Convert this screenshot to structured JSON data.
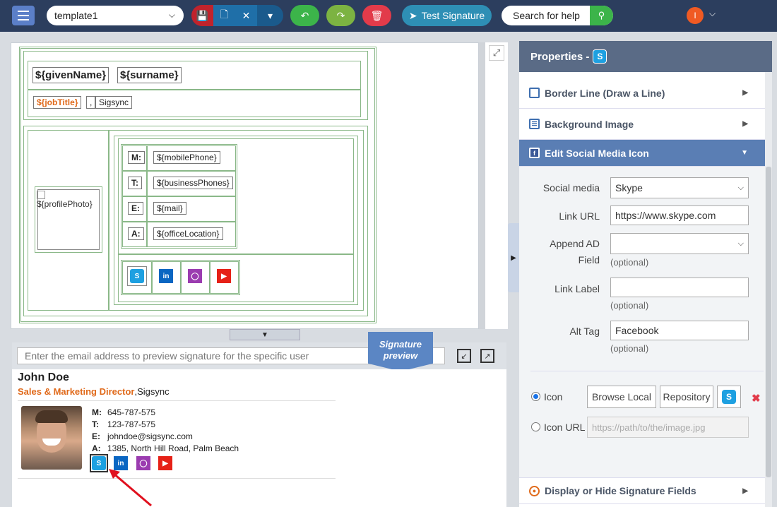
{
  "toolbar": {
    "template_name": "template1",
    "test_signature_label": "Test Signature",
    "search_placeholder": "Search for help",
    "user_initial": "I"
  },
  "canvas": {
    "given_name": "${givenName}",
    "surname": "${surname}",
    "job_title": "${jobTitle}",
    "separator": ",",
    "company": "Sigsync",
    "profile_photo": "${profilePhoto}",
    "contacts": [
      {
        "label": "M:",
        "value": "${mobilePhone}"
      },
      {
        "label": "T:",
        "value": "${businessPhones}"
      },
      {
        "label": "E:",
        "value": "${mail}"
      },
      {
        "label": "A:",
        "value": "${officeLocation}"
      }
    ]
  },
  "preview": {
    "email_placeholder": "Enter the email address to preview signature for the specific user",
    "tag_line1": "Signature",
    "tag_line2": "preview",
    "name": "John Doe",
    "job_title": "Sales & Marketing Director",
    "company": ",Sigsync",
    "contacts": [
      {
        "label": "M:",
        "value": "645-787-575"
      },
      {
        "label": "T:",
        "value": "123-787-575"
      },
      {
        "label": "E:",
        "value": "johndoe@sigsync.com"
      },
      {
        "label": "A:",
        "value": "1385, North Hill Road, Palm Beach"
      }
    ]
  },
  "panel": {
    "title": "Properties -",
    "border_line": "Border Line (Draw a Line)",
    "background_image": "Background Image",
    "edit_social": "Edit Social Media Icon",
    "social_media_label": "Social media",
    "social_media_value": "Skype",
    "link_url_label": "Link URL",
    "link_url_value": "https://www.skype.com",
    "append_ad_label_1": "Append AD",
    "append_ad_label_2": "Field",
    "optional": "(optional)",
    "link_label_label": "Link Label",
    "alt_tag_label": "Alt Tag",
    "alt_tag_value": "Facebook",
    "icon_label": "Icon",
    "browse_local": "Browse Local",
    "repository": "Repository",
    "icon_url_label": "Icon URL",
    "icon_url_placeholder": "https://path/to/the/image.jpg",
    "display_hide": "Display or Hide Signature Fields"
  },
  "colors": {
    "topbar": "#2c3e5e",
    "accent_orange": "#e06a1b",
    "panel_header": "#5a6b86",
    "active_accordion": "#5a7eb4"
  }
}
